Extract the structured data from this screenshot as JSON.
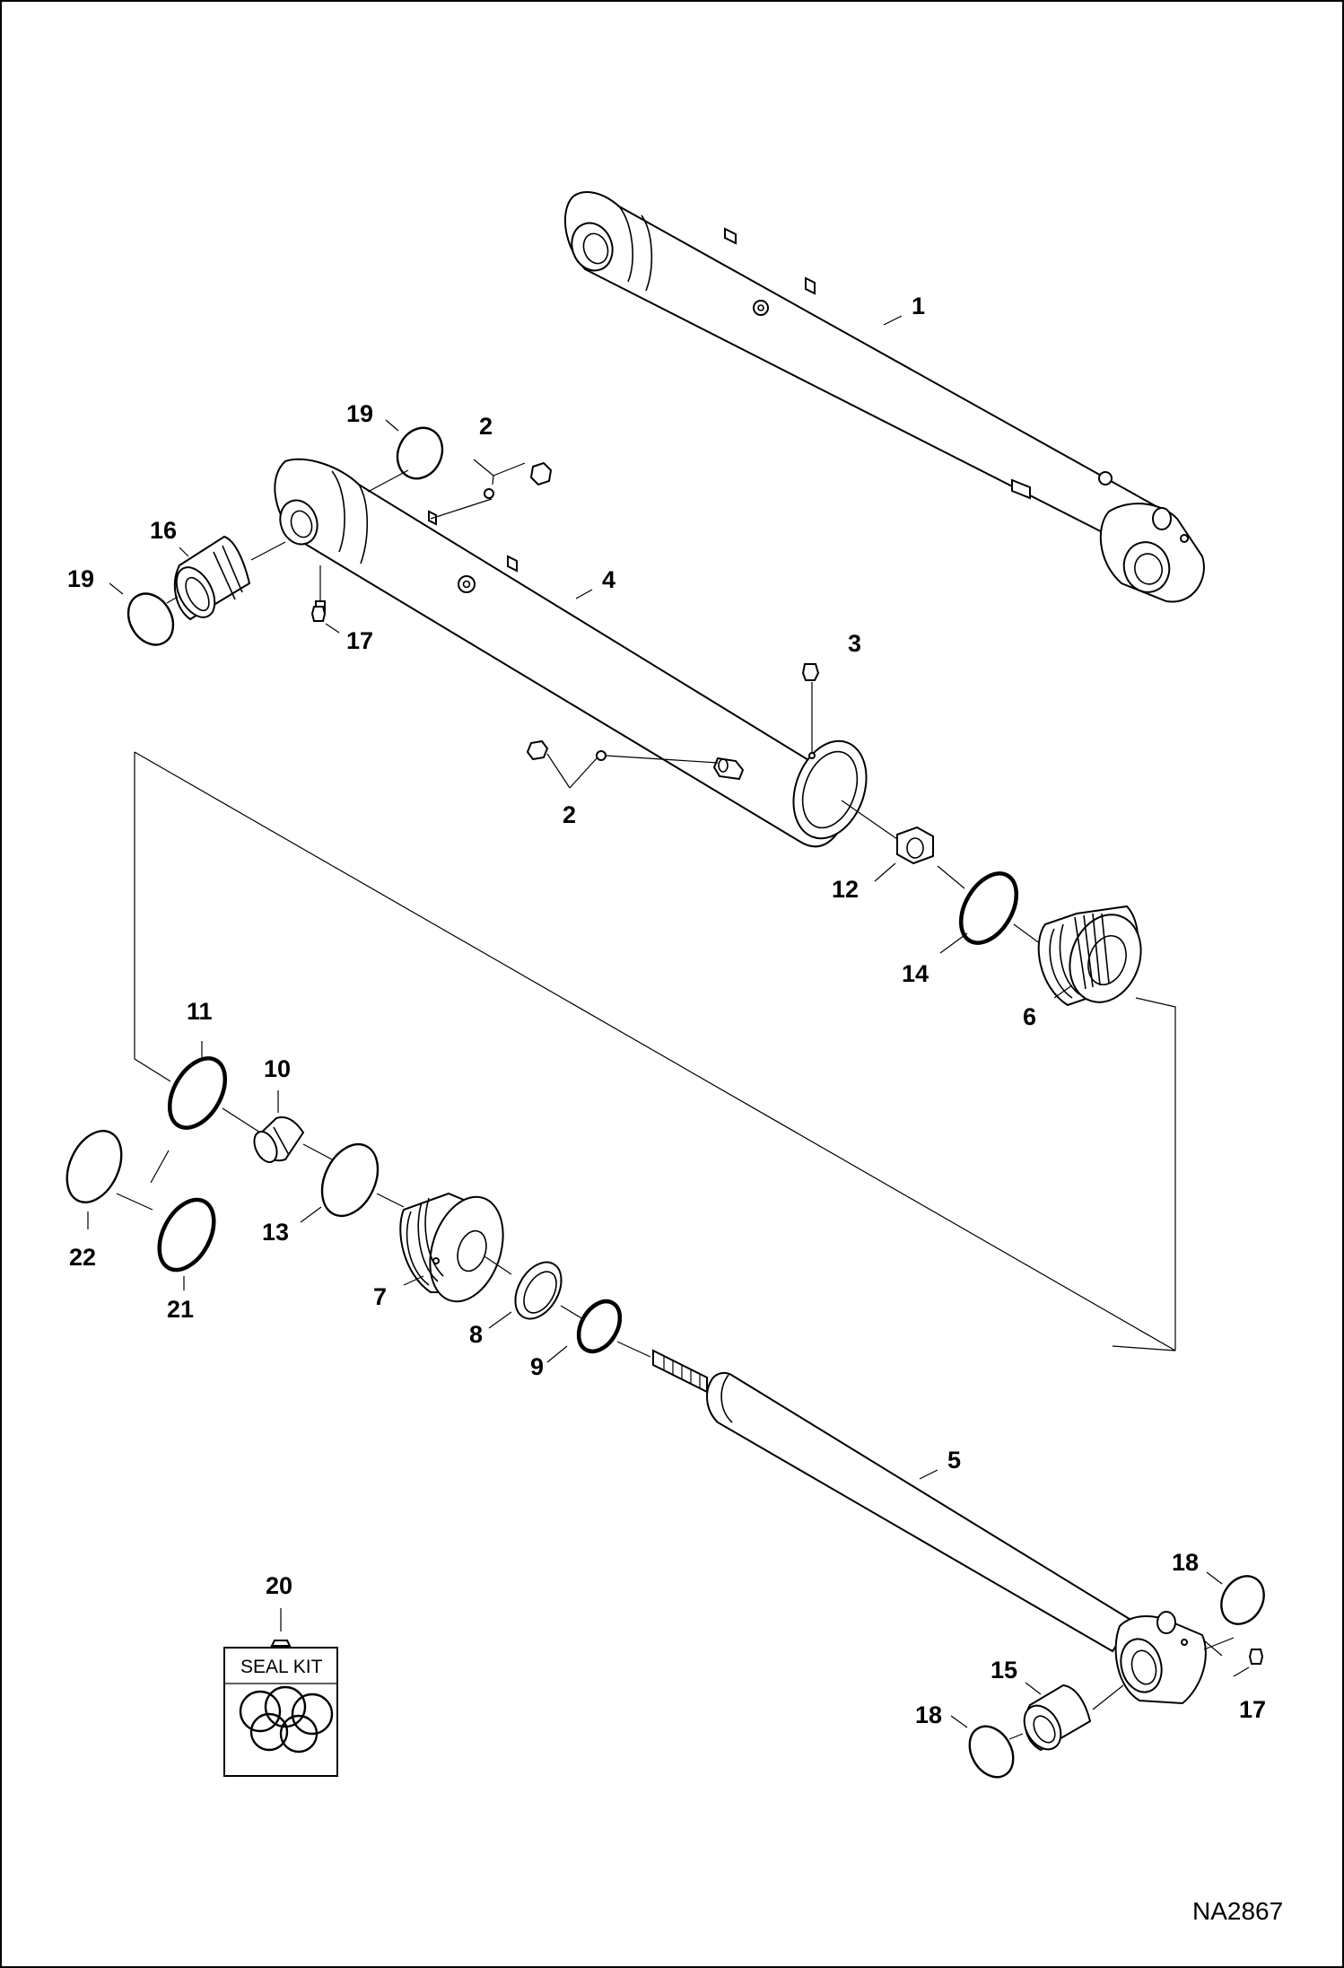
{
  "figure_id": "NA2867",
  "seal_kit_label": "SEAL KIT",
  "callouts": {
    "c1": "1",
    "c2a": "2",
    "c2b": "2",
    "c3": "3",
    "c4": "4",
    "c5": "5",
    "c6": "6",
    "c7": "7",
    "c8": "8",
    "c9": "9",
    "c10": "10",
    "c11": "11",
    "c12": "12",
    "c13": "13",
    "c14": "14",
    "c15": "15",
    "c16": "16",
    "c17a": "17",
    "c17b": "17",
    "c18a": "18",
    "c18b": "18",
    "c19a": "19",
    "c19b": "19",
    "c20": "20",
    "c21": "21",
    "c22": "22"
  }
}
